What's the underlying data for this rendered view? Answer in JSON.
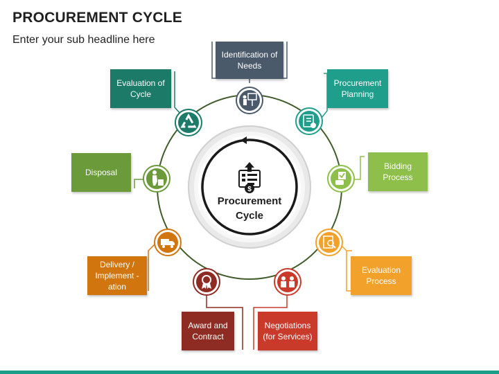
{
  "title": "PROCUREMENT CYCLE",
  "subtitle": "Enter your sub headline here",
  "center": {
    "line1": "Procurement",
    "line2": "Cycle",
    "icon": "clipboard-dollar-icon"
  },
  "steps": [
    {
      "label": "Identification of Needs",
      "color": "#4a5a6b",
      "icon": "presentation-board-icon"
    },
    {
      "label": "Procurement Planning",
      "color": "#1f9e8c",
      "icon": "checklist-icon"
    },
    {
      "label": "Bidding Process",
      "color": "#8dbf4a",
      "icon": "hand-checkbox-icon"
    },
    {
      "label": "Evaluation Process",
      "color": "#f2a12a",
      "icon": "document-magnifier-icon"
    },
    {
      "label": "Negotiations (for Services)",
      "color": "#c93a2b",
      "icon": "handshake-meeting-icon"
    },
    {
      "label": "Award and Contract",
      "color": "#8e2b22",
      "icon": "award-ribbon-icon"
    },
    {
      "label": "Delivery / Implement -ation",
      "color": "#d1760e",
      "icon": "delivery-truck-icon"
    },
    {
      "label": "Disposal",
      "color": "#6a9a3a",
      "icon": "person-bin-icon"
    },
    {
      "label": "Evaluation of Cycle",
      "color": "#1b7a68",
      "icon": "recycle-icon"
    }
  ]
}
